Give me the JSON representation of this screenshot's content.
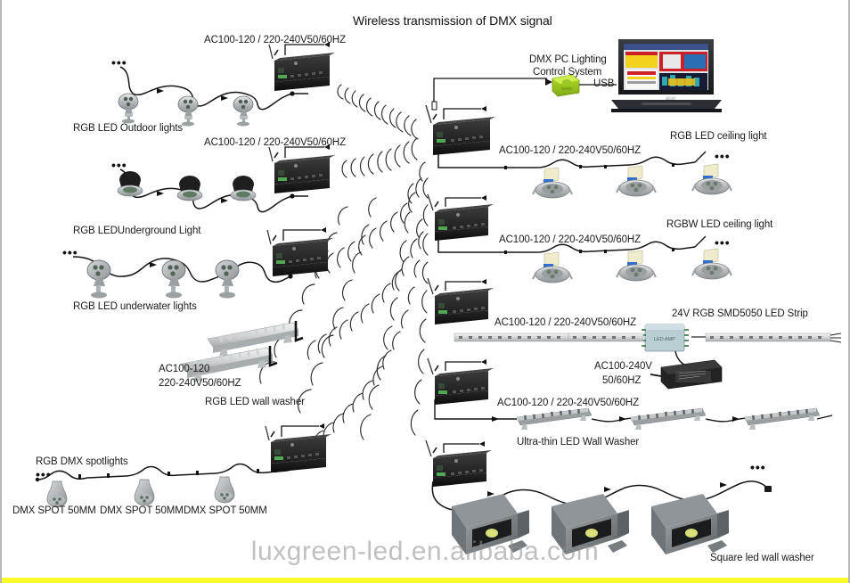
{
  "diagram": {
    "title": "Wireless transmission of DMX signal",
    "watermark": "luxgreen-led.en.alibaba.com",
    "accent_yellow": "#fbfb2a",
    "wave_color": "#2a2a2a",
    "wire_color": "#1b1b1b"
  },
  "labels": {
    "title": "Wireless transmission of DMX signal",
    "psu_outdoor": "AC100-120 / 220-240V50/60HZ",
    "psu_underground": "AC100-120 / 220-240V50/60HZ",
    "outdoor_lights": "RGB LED Outdoor lights",
    "underground_light": "RGB LEDUnderground Light",
    "underwater_lights": "RGB LED underwater lights",
    "wall_washer_volt_line1": "AC100-120",
    "wall_washer_volt_line2": "220-240V50/60HZ",
    "wall_washer": "RGB LED wall washer",
    "dmx_spotlights": "RGB DMX spotlights",
    "dmx_spot_1": "DMX SPOT 50MM",
    "dmx_spot_2": "DMX SPOT 50MM",
    "dmx_spot_3": "DMX SPOT 50MM",
    "pc_control_line1": "DMX PC Lighting",
    "pc_control_line2": "Control System",
    "usb": "USB",
    "psu_ceiling_rgb": "AC100-120 / 220-240V50/60HZ",
    "ceiling_rgb": "RGB LED ceiling light",
    "psu_ceiling_rgbw": "AC100-120 / 220-240V50/60HZ",
    "ceiling_rgbw": "RGBW LED ceiling light",
    "psu_strip": "AC100-120 / 220-240V50/60HZ",
    "strip": "24V RGB SMD5050  LED Strip",
    "strip_driver_line1": "AC100-240V",
    "strip_driver_line2": "50/60HZ",
    "psu_ultrathin": "AC100-120 / 220-240V50/60HZ",
    "ultrathin": "Ultra-thin LED Wall Washer",
    "square_wall_washer": "Square led wall washer"
  },
  "icons": {
    "controller": "dmx-wireless-receiver-icon",
    "laptop": "laptop-icon",
    "usb_dongle": "usb-dmx-dongle-icon",
    "power_plug": "power-plug-icon",
    "antenna": "antenna-icon",
    "radio_waves": "radio-waves-icon",
    "outdoor_spot": "outdoor-spotlight-icon",
    "inground": "inground-light-icon",
    "underwater": "underwater-light-icon",
    "linear_washer": "linear-wall-washer-icon",
    "ceiling_downlight": "ceiling-downlight-icon",
    "led_strip": "led-strip-icon",
    "power_supply_brick": "power-supply-brick-icon",
    "flood_light": "square-flood-light-icon",
    "dmx_spot": "dmx-spot-50mm-icon",
    "ellipsis": "ellipsis-continuation-icon"
  }
}
